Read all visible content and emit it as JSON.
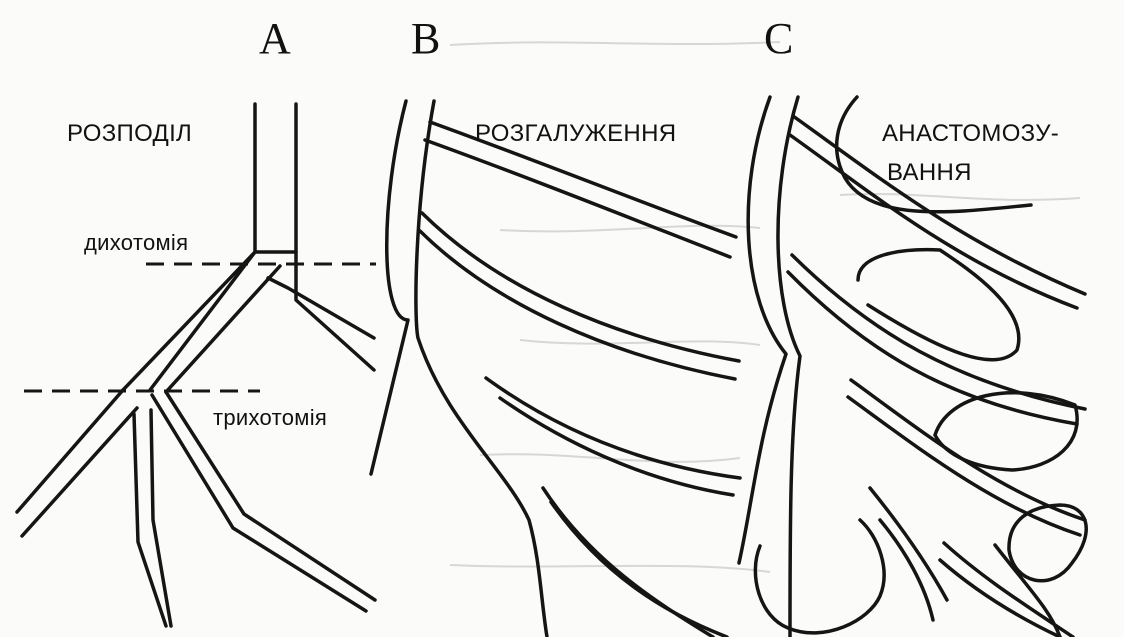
{
  "panels": {
    "a": {
      "letter": "A",
      "title": "РОЗПОДІЛ",
      "dichotomy": "дихотомія",
      "trichotomy": "трихотомія"
    },
    "b": {
      "letter": "B",
      "title": "РОЗГАЛУЖЕННЯ"
    },
    "c": {
      "letter": "C",
      "title_line1": "АНАСТОМОЗУ-",
      "title_line2": "ВАННЯ"
    }
  }
}
